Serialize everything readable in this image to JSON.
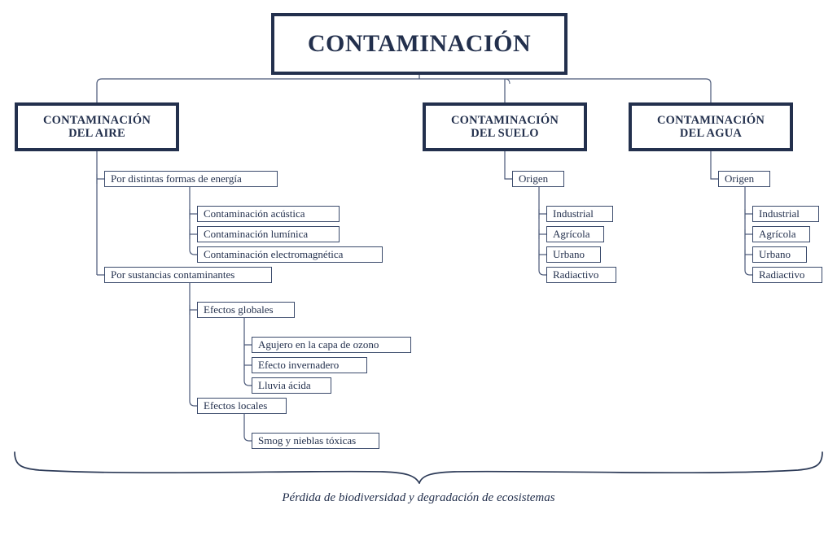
{
  "diagram": {
    "title": "CONTAMINACIÓN",
    "colors": {
      "ink": "#23304d",
      "thin_border": "#3a4a6b",
      "background": "#ffffff"
    },
    "root": {
      "label": "CONTAMINACIÓN"
    },
    "branches": [
      {
        "id": "aire",
        "label_line1": "CONTAMINACIÓN",
        "label_line2": "DEL AIRE",
        "children": [
          {
            "label": "Por distintas formas de energía",
            "children": [
              {
                "label": "Contaminación acústica"
              },
              {
                "label": "Contaminación lumínica"
              },
              {
                "label": "Contaminación electromagnética"
              }
            ]
          },
          {
            "label": "Por sustancias contaminantes",
            "children": [
              {
                "label": "Efectos globales",
                "children": [
                  {
                    "label": "Agujero en la capa de ozono"
                  },
                  {
                    "label": "Efecto invernadero"
                  },
                  {
                    "label": "Lluvia ácida"
                  }
                ]
              },
              {
                "label": "Efectos locales",
                "children": [
                  {
                    "label": "Smog y nieblas tóxicas"
                  }
                ]
              }
            ]
          }
        ]
      },
      {
        "id": "suelo",
        "label_line1": "CONTAMINACIÓN",
        "label_line2": "DEL SUELO",
        "children": [
          {
            "label": "Origen",
            "children": [
              {
                "label": "Industrial"
              },
              {
                "label": "Agrícola"
              },
              {
                "label": "Urbano"
              },
              {
                "label": "Radiactivo"
              }
            ]
          }
        ]
      },
      {
        "id": "agua",
        "label_line1": "CONTAMINACIÓN",
        "label_line2": "DEL AGUA",
        "children": [
          {
            "label": "Origen",
            "children": [
              {
                "label": "Industrial"
              },
              {
                "label": "Agrícola"
              },
              {
                "label": "Urbano"
              },
              {
                "label": "Radiactivo"
              }
            ]
          }
        ]
      }
    ],
    "footer_caption": "Pérdida de biodiversidad y degradación de ecosistemas"
  }
}
